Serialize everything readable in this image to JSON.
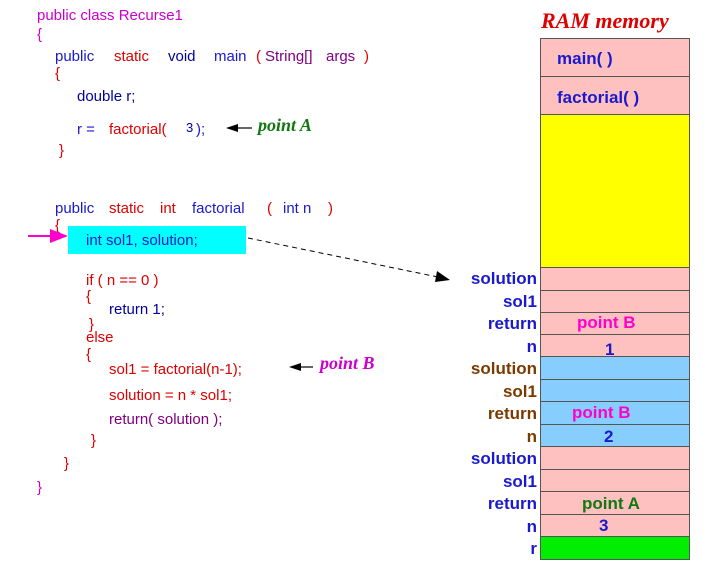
{
  "code": {
    "class_decl": "public class Recurse1",
    "open1": "{",
    "main_public": "public",
    "main_static": "static",
    "main_void": "void",
    "main_name": "main",
    "main_paren_open": "(",
    "main_string": "String[]",
    "main_args": "args",
    "main_paren_close": ")",
    "main_open": "{",
    "double_r": "double r;",
    "r_eq": "r =",
    "r_fact": "factorial(",
    "r_arg": "3",
    "r_end": ");",
    "main_close": "}",
    "fact_public": "public",
    "fact_static": "static",
    "fact_int": "int",
    "fact_name": "factorial",
    "fact_paren_open": "(",
    "fact_param": "int n",
    "fact_paren_close": ")",
    "fact_open": "{",
    "decl": "int sol1, solution;",
    "if_line": "if ( n == 0 )",
    "if_open": "{",
    "return1": "return 1;",
    "if_close": "}",
    "else": "else",
    "else_open": "{",
    "sol1_line": "sol1 = factorial(n-1);",
    "solution_line": "solution = n * sol1;",
    "return_sol": "return( solution );",
    "else_close": "}",
    "fact_close": "}",
    "class_close": "}"
  },
  "annotations": {
    "point_a": "point A",
    "point_b": "point B"
  },
  "ram": {
    "title": "RAM memory",
    "main": "main( )",
    "factorial": "factorial( )"
  },
  "frames": [
    {
      "solution": "solution",
      "sol1": "sol1",
      "return": "return",
      "n": "n",
      "return_value": "point B",
      "n_value": "1"
    },
    {
      "solution": "solution",
      "sol1": "sol1",
      "return": "return",
      "n": "n",
      "return_value": "point B",
      "n_value": "2"
    },
    {
      "solution": "solution",
      "sol1": "sol1",
      "return": "return",
      "n": "n",
      "return_value": "point A",
      "n_value": "3"
    }
  ],
  "r_label": "r",
  "colors": {
    "pink": "#ffc0c0",
    "yellow": "#ffff00",
    "light_blue": "#87ceff",
    "green": "#00ee00",
    "cyan_highlight": "#00ffff"
  }
}
